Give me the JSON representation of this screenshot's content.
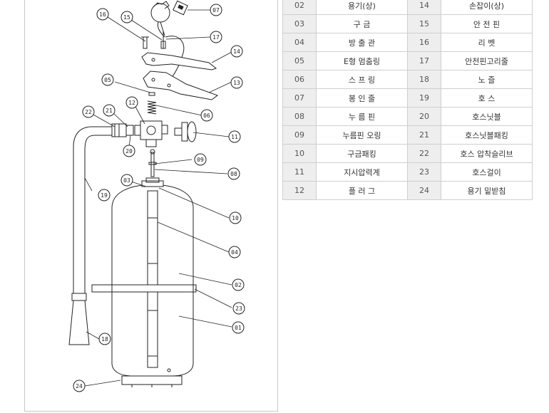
{
  "parts_table": {
    "rows": [
      {
        "left_no": "02",
        "left_name": "용기(상)",
        "right_no": "14",
        "right_name": "손잡이(상)"
      },
      {
        "left_no": "03",
        "left_name": "구  금",
        "right_no": "15",
        "right_name": "안 전 핀"
      },
      {
        "left_no": "04",
        "left_name": "방 출 관",
        "right_no": "16",
        "right_name": "리  벳"
      },
      {
        "left_no": "05",
        "left_name": "E형 멈춤링",
        "right_no": "17",
        "right_name": "안전핀고리줄"
      },
      {
        "left_no": "06",
        "left_name": "스 프 링",
        "right_no": "18",
        "right_name": "노  즐"
      },
      {
        "left_no": "07",
        "left_name": "봉 인 줄",
        "right_no": "19",
        "right_name": "호  스"
      },
      {
        "left_no": "08",
        "left_name": "누 름 핀",
        "right_no": "20",
        "right_name": "호스닛블"
      },
      {
        "left_no": "09",
        "left_name": "누름핀 오링",
        "right_no": "21",
        "right_name": "호스닛블패킹"
      },
      {
        "left_no": "10",
        "left_name": "구금패킹",
        "right_no": "22",
        "right_name": "호스 압착슬리브"
      },
      {
        "left_no": "11",
        "left_name": "지시압력계",
        "right_no": "23",
        "right_name": "호스걸이"
      },
      {
        "left_no": "12",
        "left_name": "플 러 그",
        "right_no": "24",
        "right_name": "용기 밑받침"
      }
    ]
  },
  "diagram": {
    "callouts": [
      "16",
      "15",
      "07",
      "17",
      "14",
      "05",
      "13",
      "12",
      "06",
      "22",
      "21",
      "20",
      "11",
      "09",
      "08",
      "03",
      "19",
      "10",
      "04",
      "02",
      "23",
      "01",
      "18",
      "24"
    ]
  }
}
